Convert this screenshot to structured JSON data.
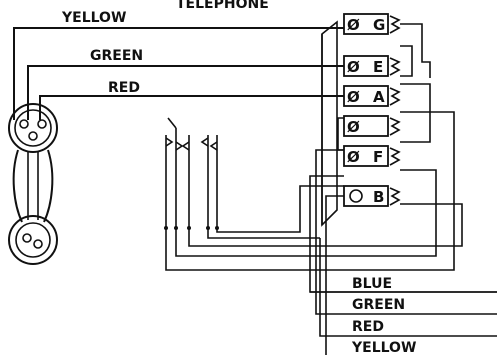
{
  "diagram": {
    "title": "TELEPHONE",
    "handset_wires": [
      {
        "key": "yellow",
        "label": "YELLOW"
      },
      {
        "key": "green",
        "label": "GREEN"
      },
      {
        "key": "red",
        "label": "RED"
      }
    ],
    "terminals": [
      {
        "key": "g",
        "label": "G"
      },
      {
        "key": "e",
        "label": "E"
      },
      {
        "key": "a",
        "label": "A"
      },
      {
        "key": "blank",
        "label": ""
      },
      {
        "key": "f",
        "label": "F"
      },
      {
        "key": "b",
        "label": "B"
      }
    ],
    "line_wires": [
      {
        "key": "blue",
        "label": "BLUE"
      },
      {
        "key": "green",
        "label": "GREEN"
      },
      {
        "key": "red",
        "label": "RED"
      },
      {
        "key": "yellow",
        "label": "YELLOW"
      }
    ],
    "screw_symbol": "Ø"
  }
}
